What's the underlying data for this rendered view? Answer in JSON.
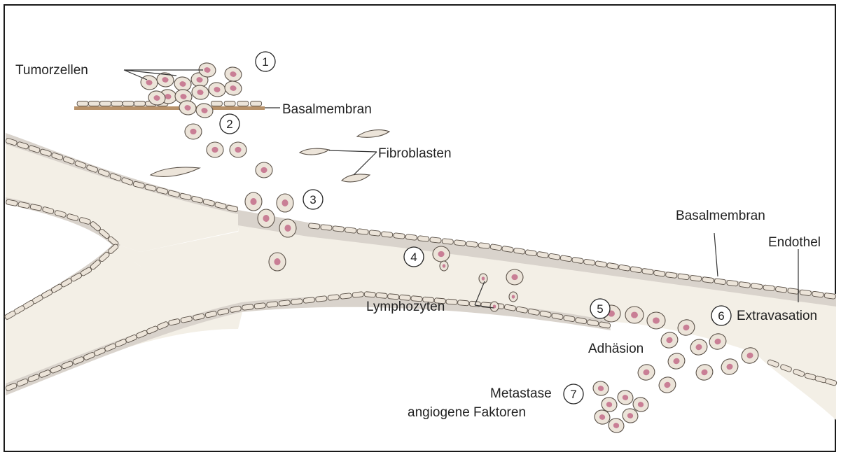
{
  "labels": {
    "tumorzellen": "Tumorzellen",
    "basalmembran_top": "Basalmembran",
    "fibroblasten": "Fibroblasten",
    "basalmembran_right": "Basalmembran",
    "endothel": "Endothel",
    "lymphozyten": "Lymphozyten",
    "adhaesion": "Adhäsion",
    "extravasation": "Extravasation",
    "metastase": "Metastase",
    "angiogene": "angiogene Faktoren"
  },
  "steps": [
    "1",
    "2",
    "3",
    "4",
    "5",
    "6",
    "7"
  ],
  "colors": {
    "vessel_fill": "#f3efe6",
    "basement": "#d9d3cc",
    "cell_fill": "#ece4d9",
    "cell_outline": "#5a5148",
    "nucleus": "#c97e95",
    "ink": "#222222"
  }
}
